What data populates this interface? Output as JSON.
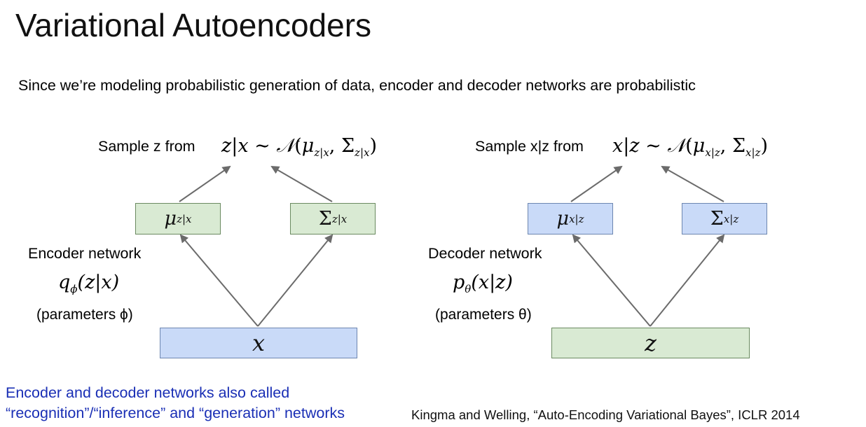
{
  "slide": {
    "title": "Variational Autoencoders",
    "subtitle": "Since we’re modeling probabilistic generation of data, encoder and decoder networks are probabilistic"
  },
  "encoder": {
    "sample_label": "Sample z from",
    "network_label": "Encoder network",
    "params_label": "(parameters ϕ)",
    "input_var": "x",
    "mean_symbol": "μ",
    "cov_symbol": "Σ",
    "cond_sub": "z|x",
    "dist_lhs": "z|x",
    "dist_sim": "∼",
    "dist_family": "𝒩",
    "func_name": "q",
    "func_sub": "ϕ",
    "func_arg": "(z|x)"
  },
  "decoder": {
    "sample_label": "Sample x|z from",
    "network_label": "Decoder network",
    "params_label": "(parameters θ)",
    "input_var": "z",
    "mean_symbol": "μ",
    "cov_symbol": "Σ",
    "cond_sub": "x|z",
    "dist_lhs": "x|z",
    "dist_sim": "∼",
    "dist_family": "𝒩",
    "func_name": "p",
    "func_sub": "θ",
    "func_arg": "(x|z)"
  },
  "notes": {
    "line1": "Encoder and decoder networks also called",
    "line2": "“recognition”/“inference” and “generation” networks",
    "citation": "Kingma and Welling, “Auto-Encoding Variational Bayes”, ICLR 2014"
  },
  "colors": {
    "encoder_input_box": "#c9daf8",
    "encoder_param_box": "#d9ead3",
    "decoder_input_box": "#d9ead3",
    "decoder_param_box": "#c9daf8",
    "note_text": "#1a2fb5",
    "arrow": "#6b6b6b"
  }
}
